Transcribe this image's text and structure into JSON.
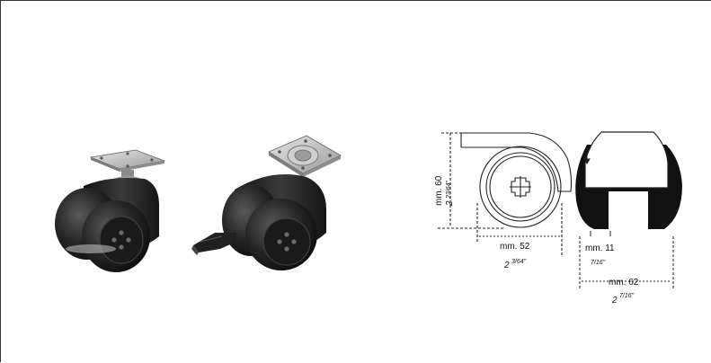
{
  "photos": [
    {
      "name": "caster-with-plate",
      "brake": false
    },
    {
      "name": "caster-with-plate-and-brake",
      "brake": true
    }
  ],
  "diagram": {
    "height_mm": "mm. 60",
    "height_inch_whole": "2",
    "height_inch_frac": "23/64\"",
    "width_mm": "mm. 52",
    "width_inch_whole": "2",
    "width_inch_frac": "3/64\"",
    "gap_mm": "mm. 11",
    "gap_inch_frac": "7/16\"",
    "total_mm": "mm. 62",
    "total_inch_whole": "2",
    "total_inch_frac": "7/16\""
  },
  "colors": {
    "wheel": "#1d1d1d",
    "plate": "#bfbfbf",
    "line": "#222222"
  }
}
